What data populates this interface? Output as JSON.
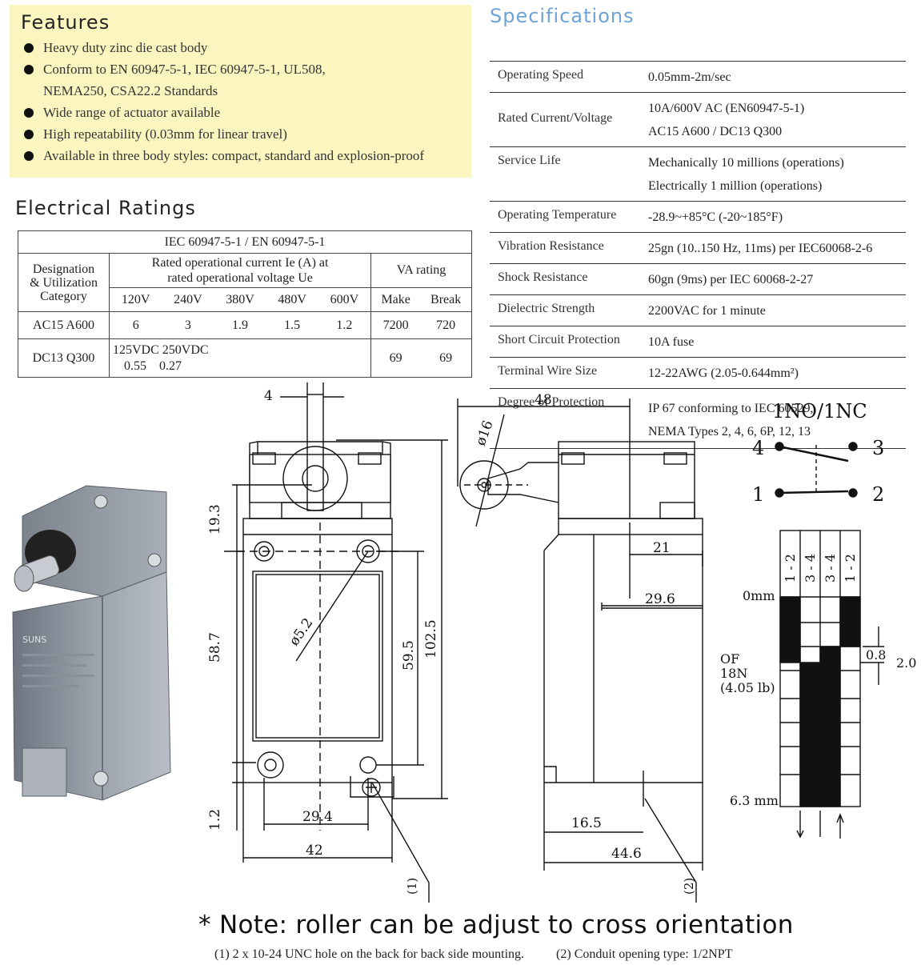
{
  "features": {
    "title": "Features",
    "items": [
      "Heavy duty zinc die cast body",
      "Conform to EN 60947-5-1, IEC 60947-5-1, UL508,",
      "NEMA250, CSA22.2 Standards",
      "Wide range of actuator available",
      "High repeatability (0.03mm for linear travel)",
      "Available in three body styles: compact, standard and explosion-proof"
    ]
  },
  "electrical": {
    "title": "Electrical Ratings",
    "standard": "IEC 60947-5-1 / EN 60947-5-1",
    "designation_header": [
      "Designation",
      "& Utilization",
      "Category"
    ],
    "current_header": [
      "Rated operational current Ie (A) at",
      "rated operational voltage Ue"
    ],
    "va_header": "VA rating",
    "voltages": [
      "120V",
      "240V",
      "380V",
      "480V",
      "600V"
    ],
    "va_cols": [
      "Make",
      "Break"
    ],
    "ac15": {
      "label": "AC15 A600",
      "values": [
        "6",
        "3",
        "1.9",
        "1.5",
        "1.2"
      ],
      "make": "7200",
      "break": "720"
    },
    "dc13": {
      "label": "DC13 Q300",
      "v1": "125VDC",
      "v2": "250VDC",
      "a1": "0.55",
      "a2": "0.27",
      "make": "69",
      "break": "69"
    }
  },
  "specs": {
    "title": "Specifications",
    "rows": [
      {
        "key": "Operating Speed",
        "values": [
          "0.05mm-2m/sec"
        ]
      },
      {
        "key": "Rated Current/Voltage",
        "values": [
          "10A/600V AC (EN60947-5-1)",
          "AC15 A600 / DC13 Q300"
        ]
      },
      {
        "key": "Service Life",
        "values": [
          "Mechanically 10 millions (operations)",
          "Electrically 1 million (operations)"
        ]
      },
      {
        "key": "Operating Temperature",
        "values": [
          "-28.9~+85°C  (-20~185°F)"
        ]
      },
      {
        "key": "Vibration Resistance",
        "values": [
          "25gn (10..150 Hz, 11ms) per IEC60068-2-6"
        ]
      },
      {
        "key": "Shock Resistance",
        "values": [
          "60gn (9ms) per IEC 60068-2-27"
        ]
      },
      {
        "key": "Dielectric Strength",
        "values": [
          "2200VAC for 1 minute"
        ]
      },
      {
        "key": "Short Circuit Protection",
        "values": [
          "10A fuse"
        ]
      },
      {
        "key": "Terminal Wire Size",
        "values": [
          "12-22AWG (2.05-0.644mm²)"
        ]
      },
      {
        "key": "Degree of Protection",
        "values": [
          "IP 67 conforming to IEC 60529,",
          "NEMA Types 2, 4, 6, 6P, 12, 13"
        ]
      }
    ]
  },
  "photo": {
    "brand": "SUNS"
  },
  "drawing": {
    "dims": {
      "d4": "4",
      "d19_3": "19.3",
      "d58_7": "58.7",
      "d1_2": "1.2",
      "d29_4": "29.4",
      "d42": "42",
      "d59_5": "59.5",
      "d102_5": "102.5",
      "phi5_2": "ø5.2",
      "d48": "48",
      "phi16": "ø16",
      "d21": "21",
      "d29_6": "29.6",
      "d16_5": "16.5",
      "d44_6": "44.6",
      "ref1": "(1)",
      "ref2": "(2)"
    },
    "switch": {
      "title": "1NO/1NC",
      "t4": "4",
      "t3": "3",
      "t1": "1",
      "t2": "2",
      "cols": [
        "1 - 2",
        "3 - 4",
        "3 - 4",
        "1 - 2"
      ],
      "zero": "0mm",
      "of": "OF",
      "force": "18N",
      "force_lb": "(4.05 lb)",
      "end": "6.3 mm",
      "d08": "0.8",
      "d20": "2.0"
    }
  },
  "note": "* Note: roller can be adjust to cross orientation",
  "footnotes": [
    "(1) 2 x 10-24 UNC hole on the back for back side mounting.",
    "(2) Conduit opening type: 1/2NPT"
  ]
}
